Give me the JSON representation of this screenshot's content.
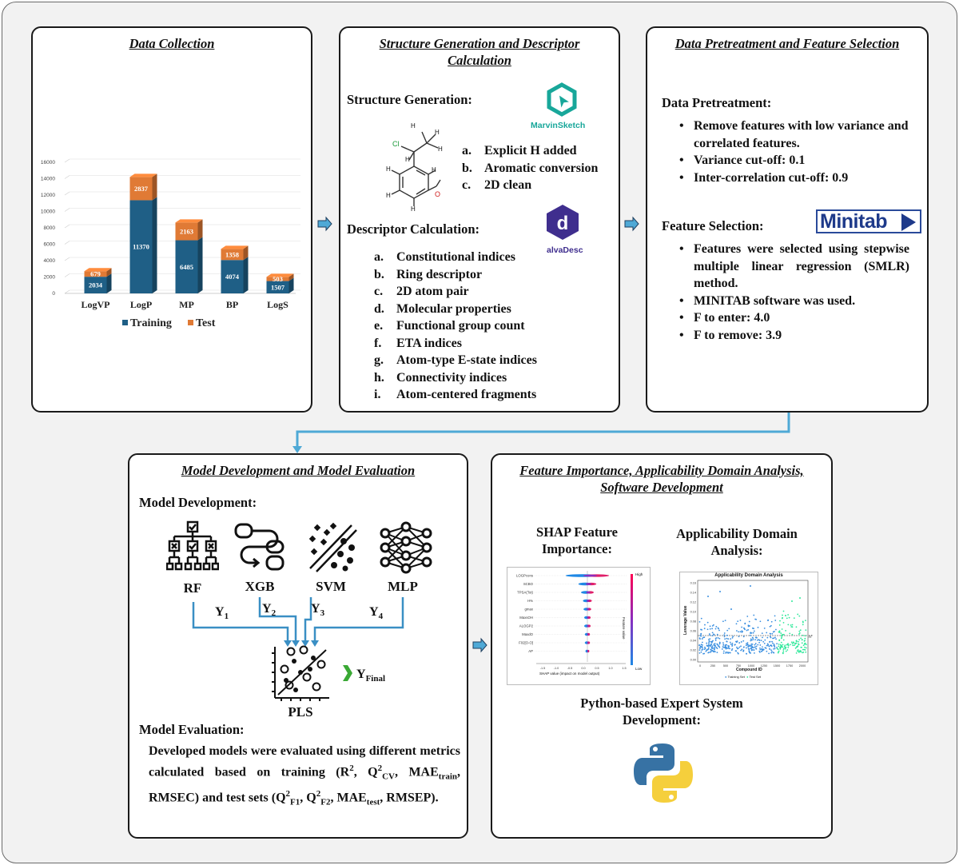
{
  "panels": {
    "data_collection": {
      "title": "Data Collection",
      "chart_data": {
        "type": "bar",
        "stacked": true,
        "categories": [
          "LogVP",
          "LogP",
          "MP",
          "BP",
          "LogS"
        ],
        "series": [
          {
            "name": "Training",
            "values": [
              2034,
              11370,
              6485,
              4074,
              1507
            ],
            "color": "#1f5f86"
          },
          {
            "name": "Test",
            "values": [
              679,
              2837,
              2163,
              1358,
              503
            ],
            "color": "#e07a35"
          }
        ],
        "yticks": [
          "0",
          "2000",
          "4000",
          "6000",
          "8000",
          "10000",
          "12000",
          "14000",
          "16000"
        ],
        "ylim": [
          0,
          16000
        ],
        "grid": true,
        "legend_placement": "bottom"
      }
    },
    "structure": {
      "title": "Structure Generation and Descriptor Calculation",
      "structure_heading": "Structure Generation:",
      "steps": [
        {
          "marker": "a.",
          "text": "Explicit H added"
        },
        {
          "marker": "b.",
          "text": "Aromatic conversion"
        },
        {
          "marker": "c.",
          "text": "2D clean"
        }
      ],
      "marvin_label": "MarvinSketch",
      "alvadesc_label": "alvaDesc",
      "descriptor_heading": "Descriptor Calculation:",
      "descriptors": [
        {
          "marker": "a.",
          "text": "Constitutional indices"
        },
        {
          "marker": "b.",
          "text": "Ring descriptor"
        },
        {
          "marker": "c.",
          "text": "2D atom pair"
        },
        {
          "marker": "d.",
          "text": "Molecular properties"
        },
        {
          "marker": "e.",
          "text": "Functional group count"
        },
        {
          "marker": "f.",
          "text": "ETA indices"
        },
        {
          "marker": "g.",
          "text": "Atom-type E-state indices"
        },
        {
          "marker": "h.",
          "text": "Connectivity indices"
        },
        {
          "marker": "i.",
          "text": "Atom-centered fragments"
        }
      ],
      "molecule_atoms": [
        "Cl",
        "O",
        "H"
      ]
    },
    "pretreatment": {
      "title": "Data Pretreatment and Feature Selection",
      "pretreat_heading": "Data Pretreatment:",
      "pretreat_items": [
        "Remove features with low variance and correlated features.",
        "Variance cut-off: 0.1",
        "Inter-correlation cut-off: 0.9"
      ],
      "fs_heading": "Feature Selection:",
      "minitab_label": "Minitab",
      "fs_items": [
        "Features were selected using stepwise multiple linear regression (SMLR) method.",
        "MINITAB software was used.",
        "F to enter: 4.0",
        "F to remove: 3.9"
      ]
    },
    "model": {
      "title": "Model Development and Model Evaluation",
      "dev_heading": "Model Development:",
      "models": [
        "RF",
        "XGB",
        "SVM",
        "MLP"
      ],
      "y_labels": [
        "Y1",
        "Y2",
        "Y3",
        "Y4"
      ],
      "pls_label": "PLS",
      "final_label": "YFinal",
      "eval_heading": "Model Evaluation:",
      "eval_text": "Developed models were evaluated using different metrics calculated based on training (R2, Q2CV, MAEtrain, RMSEC) and test sets (Q2F1, Q2F2, MAEtest, RMSEP)."
    },
    "importance": {
      "title": "Feature Importance, Applicability Domain Analysis, Software Development",
      "shap_heading": "SHAP Feature Importance:",
      "ad_heading": "Applicability Domain Analysis:",
      "python_heading": "Python-based Expert System Development:",
      "shap_plot": {
        "features": [
          "LOGPcons",
          "SCBO",
          "TPSA(Tot)",
          "H%",
          "gmax",
          "MaxsOH",
          "ALOGP2",
          "MaxdO",
          "F02[O-O]",
          "AP"
        ],
        "xlabel": "SHAP value (impact on model output)",
        "xticks": [
          "-1.5",
          "-1.0",
          "-0.5",
          "0.0",
          "0.5",
          "1.0",
          "1.5"
        ],
        "colorbar_high": "High",
        "colorbar_low": "Low",
        "colorbar_title": "Feature value"
      },
      "ad_plot": {
        "title": "Applicability Domain Analysis",
        "xlabel": "Compound ID",
        "ylabel": "Leverage Value",
        "threshold_label": "h*",
        "xticks": [
          "0",
          "250",
          "500",
          "750",
          "1000",
          "1250",
          "1500",
          "1750",
          "2000"
        ],
        "yticks": [
          "0.00",
          "0.02",
          "0.04",
          "0.06",
          "0.08",
          "0.10",
          "0.12",
          "0.14",
          "0.16"
        ],
        "legend": [
          "Training Set",
          "Test Set"
        ]
      }
    }
  },
  "colors": {
    "training": "#1f5f86",
    "test": "#e07a35",
    "connector": "#4fa9d6",
    "arrow_fill": "#4fa9d6",
    "pls_arrow": "#3aa935"
  }
}
